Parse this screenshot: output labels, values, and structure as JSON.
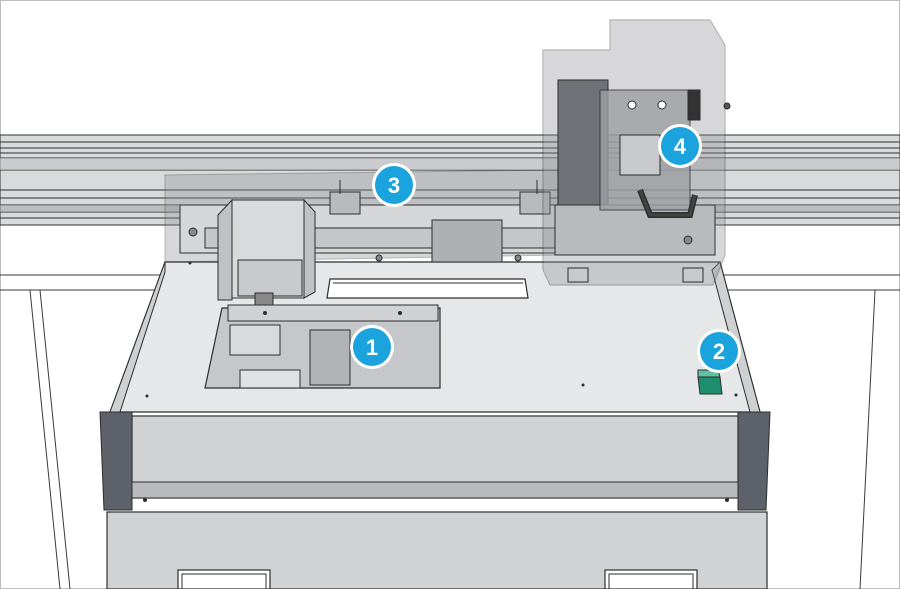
{
  "callouts": [
    {
      "id": "1",
      "label": "1"
    },
    {
      "id": "2",
      "label": "2"
    },
    {
      "id": "3",
      "label": "3"
    },
    {
      "id": "4",
      "label": "4"
    }
  ],
  "colors": {
    "callout_fill": "#1aa3dc",
    "callout_ring": "#ffffff",
    "table_top": "#e6e7e9",
    "frame_front": "#cfd0d2",
    "dark_panel": "#5d6169",
    "outline": "#2d2d2d",
    "shroud": "#8e9094",
    "button_green": "#1e8f6e"
  },
  "icons": {
    "status_button": "green-button-icon"
  }
}
